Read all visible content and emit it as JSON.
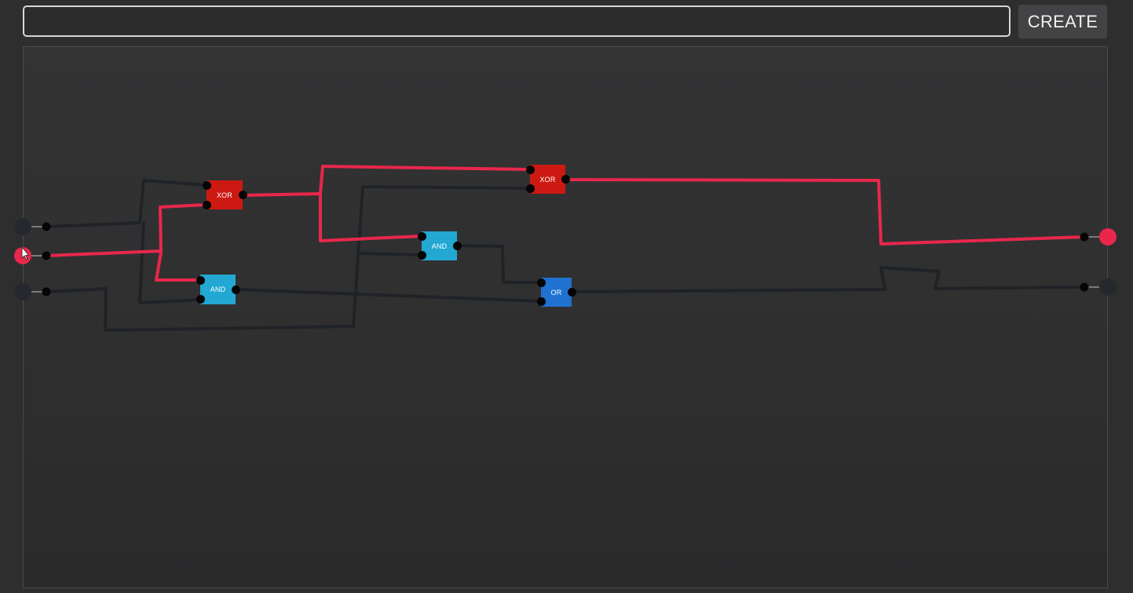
{
  "toolbar": {
    "name_value": "",
    "create_label": "CREATE"
  },
  "colors": {
    "active_wire": "#e8274b",
    "inactive_wire": "#1f2327",
    "xor_gate": "#cc1a12",
    "and_gate": "#22a8d2",
    "or_gate": "#1f72d0",
    "pin": "#050505",
    "input_on": "#e8274b",
    "input_off": "#25282c"
  },
  "inputs": [
    {
      "state": "off"
    },
    {
      "state": "on"
    },
    {
      "state": "off"
    }
  ],
  "outputs": [
    {
      "state": "on"
    },
    {
      "state": "off"
    }
  ],
  "gates": [
    {
      "type": "xor",
      "label": "XOR"
    },
    {
      "type": "and",
      "label": "AND"
    },
    {
      "type": "and",
      "label": "AND"
    },
    {
      "type": "xor",
      "label": "XOR"
    },
    {
      "type": "or",
      "label": "OR"
    }
  ]
}
